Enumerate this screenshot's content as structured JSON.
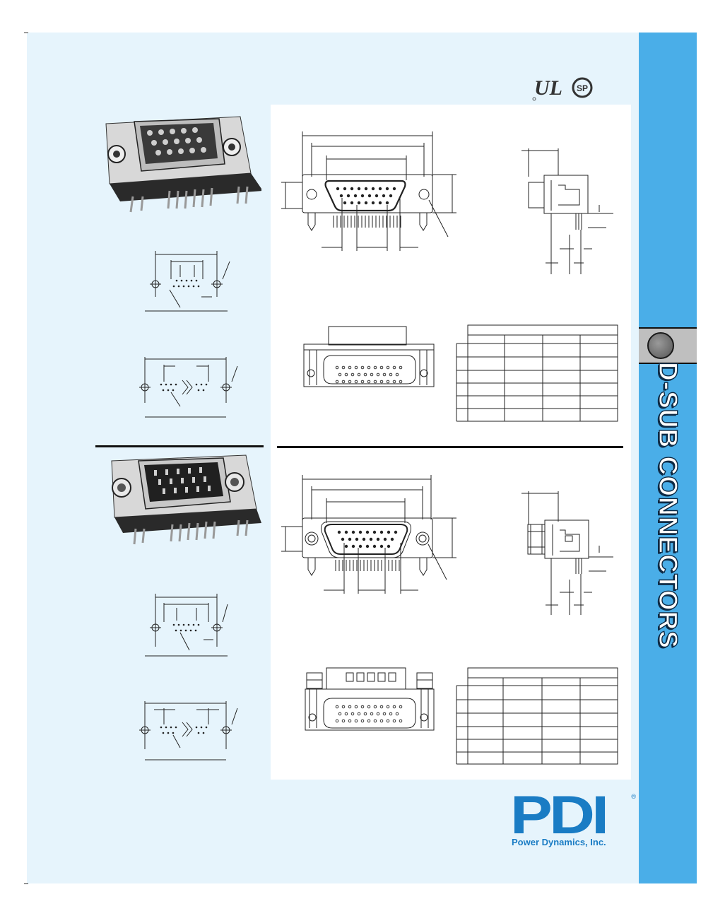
{
  "sidebar": {
    "section_title": "D-SUB CONNECTORS"
  },
  "certifications": {
    "ul_mark": "UL",
    "csa_mark": "SP"
  },
  "brand": {
    "logo_text": "PDI",
    "registered": "®",
    "company_name": "Power Dynamics, Inc."
  },
  "colors": {
    "page_background": "#e6f4fc",
    "sidebar_blue": "#4aaee8",
    "brand_blue": "#1a7cc4",
    "drawing_line": "#222222"
  }
}
